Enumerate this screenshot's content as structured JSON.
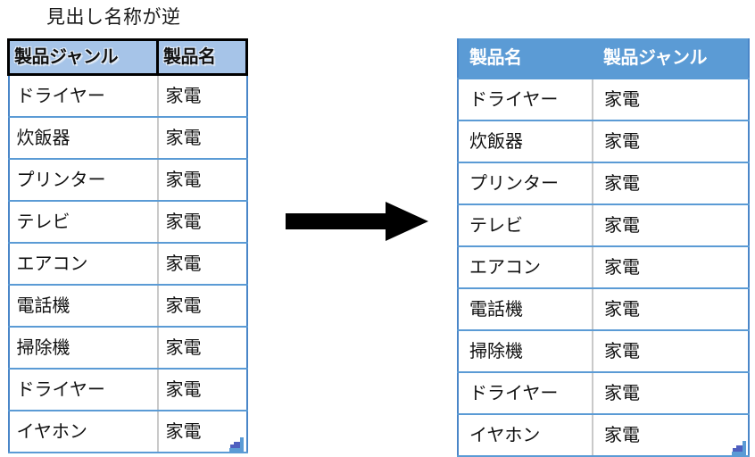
{
  "caption": "見出し名称が逆",
  "left_table": {
    "name": "before-table",
    "headers": [
      "製品ジャンル",
      "製品名"
    ],
    "rows": [
      [
        "ドライヤー",
        "家電"
      ],
      [
        "炊飯器",
        "家電"
      ],
      [
        "プリンター",
        "家電"
      ],
      [
        "テレビ",
        "家電"
      ],
      [
        "エアコン",
        "家電"
      ],
      [
        "電話機",
        "家電"
      ],
      [
        "掃除機",
        "家電"
      ],
      [
        "ドライヤー",
        "家電"
      ],
      [
        "イヤホン",
        "家電"
      ]
    ]
  },
  "right_table": {
    "name": "after-table",
    "headers": [
      "製品名",
      "製品ジャンル"
    ],
    "rows": [
      [
        "ドライヤー",
        "家電"
      ],
      [
        "炊飯器",
        "家電"
      ],
      [
        "プリンター",
        "家電"
      ],
      [
        "テレビ",
        "家電"
      ],
      [
        "エアコン",
        "家電"
      ],
      [
        "電話機",
        "家電"
      ],
      [
        "掃除機",
        "家電"
      ],
      [
        "ドライヤー",
        "家電"
      ],
      [
        "イヤホン",
        "家電"
      ]
    ]
  },
  "arrow": {
    "icon": "right-arrow-icon",
    "direction": "right"
  },
  "colors": {
    "header_blue": "#5b9bd5",
    "header_light_blue": "#a6c4e8",
    "row_border_blue": "#5b9bd5",
    "table_outline_blue": "#4a86c8",
    "header_outline_black": "#000000",
    "cell_divider_gray": "#c9c9c9",
    "handle_blue": "#4f5fbf",
    "text_dark": "#111111",
    "text_white": "#ffffff",
    "arrow_black": "#000000",
    "background": "#ffffff"
  }
}
